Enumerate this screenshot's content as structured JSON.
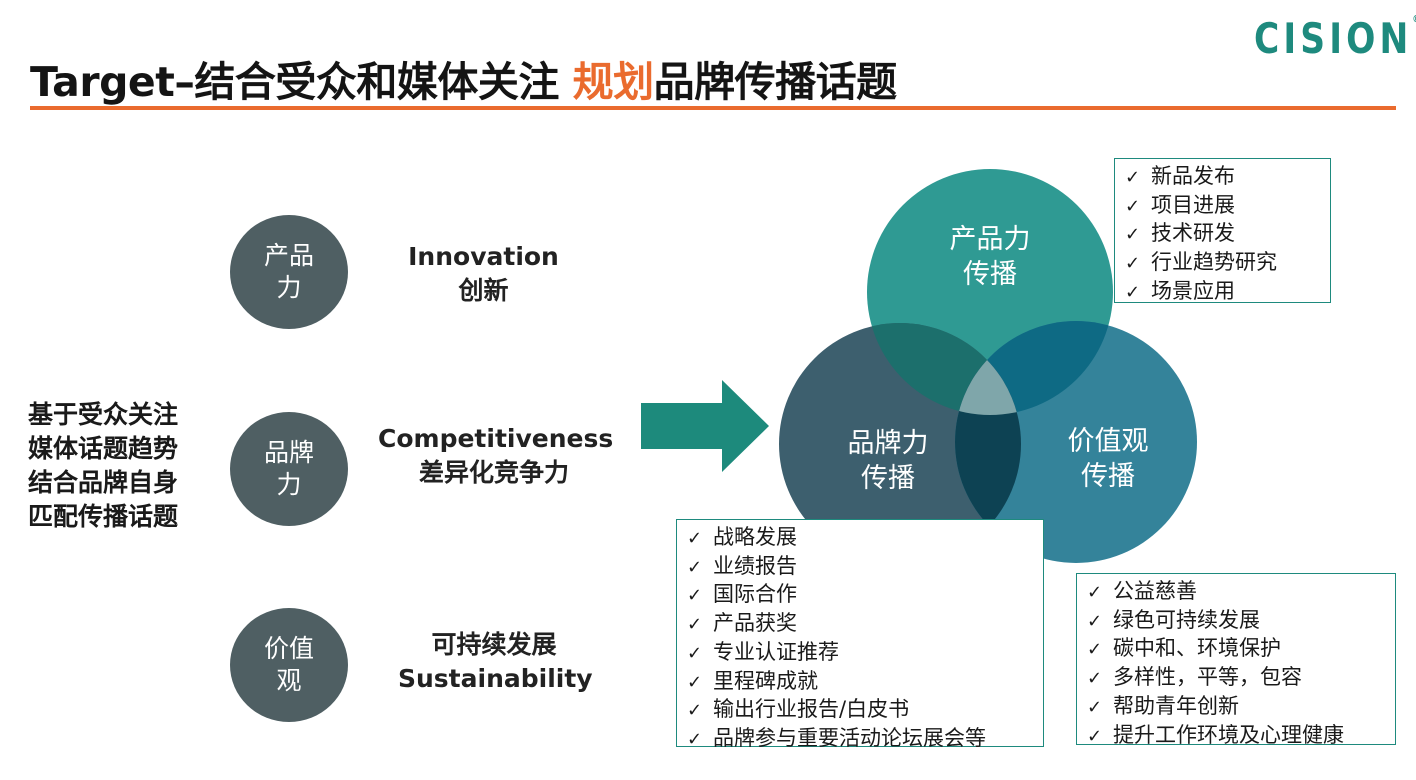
{
  "header": {
    "title_main": "Target–结合受众和媒体关注 ",
    "title_accent": "规划",
    "title_tail": "品牌传播话题",
    "logo": "CISION",
    "logo_mark": "®"
  },
  "colors": {
    "accent": "#ea6b2e",
    "brand": "#1e8a7e",
    "pill": "#4f5f63",
    "product_circle": "#2f9a93",
    "brand_circle": "#3d5f6e",
    "value_circle": "#34839a"
  },
  "left_text": [
    "基于受众关注",
    "媒体话题趋势",
    "结合品牌自身",
    "匹配传播话题"
  ],
  "pillars": [
    {
      "pill": [
        "产品",
        "力"
      ],
      "label": [
        "Innovation",
        "创新"
      ]
    },
    {
      "pill": [
        "品牌",
        "力"
      ],
      "label": [
        "Competitiveness",
        "差异化竞争力"
      ]
    },
    {
      "pill": [
        "价值",
        "观"
      ],
      "label": [
        "可持续发展",
        "Sustainability"
      ]
    }
  ],
  "venn": {
    "top": [
      "产品力",
      "传播"
    ],
    "left": [
      "品牌力",
      "传播"
    ],
    "right": [
      "价值观",
      "传播"
    ]
  },
  "check_mark": "✓",
  "boxes": {
    "product": [
      "新品发布",
      "项目进展",
      "技术研发",
      "行业趋势研究",
      "场景应用"
    ],
    "brand": [
      "战略发展",
      "业绩报告",
      "国际合作",
      "产品获奖",
      "专业认证推荐",
      "里程碑成就",
      "输出行业报告/白皮书",
      "品牌参与重要活动论坛展会等"
    ],
    "value": [
      "公益慈善",
      "绿色可持续发展",
      "碳中和、环境保护",
      "多样性，平等，包容",
      "帮助青年创新",
      "提升工作环境及心理健康"
    ]
  }
}
